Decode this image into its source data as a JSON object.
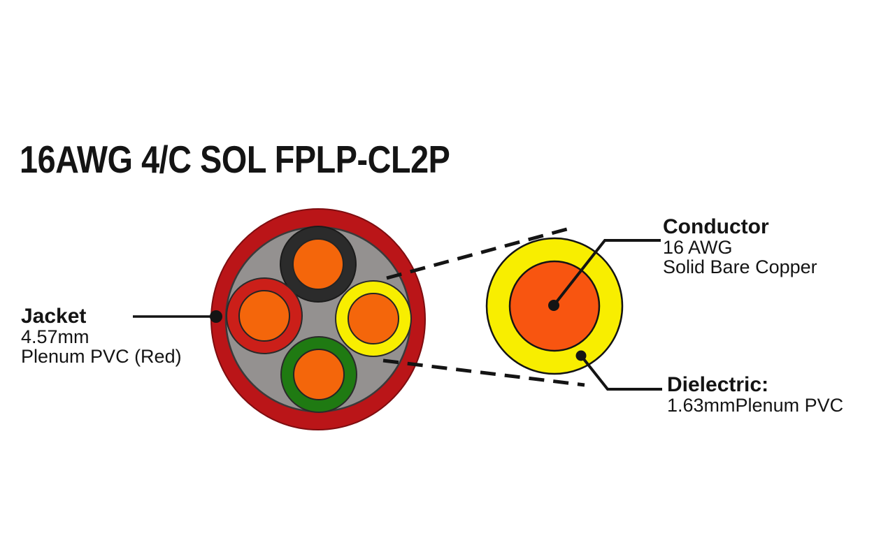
{
  "title": "16AWG 4/C SOL FPLP-CL2P",
  "callouts": {
    "jacket": {
      "heading": "Jacket",
      "line1": "4.57mm",
      "line2": "Plenum PVC (Red)"
    },
    "conductor": {
      "heading": "Conductor",
      "line1": "16 AWG",
      "line2": "Solid Bare Copper"
    },
    "dielectric": {
      "heading": "Dielectric:",
      "line1": "1.63mmPlenum PVC"
    }
  },
  "colors": {
    "background": "#ffffff",
    "jacket_red": "#ba1518",
    "jacket_edge": "#7e0d10",
    "filler_gray": "#949190",
    "insulation_black": "#2b2b2b",
    "insulation_red": "#cb1f19",
    "insulation_yellow": "#f8ee00",
    "insulation_green": "#1f7a12",
    "conductor_orange": "#f4660b",
    "conductor_orange_zoom": "#f85510",
    "ink": "#141414"
  }
}
